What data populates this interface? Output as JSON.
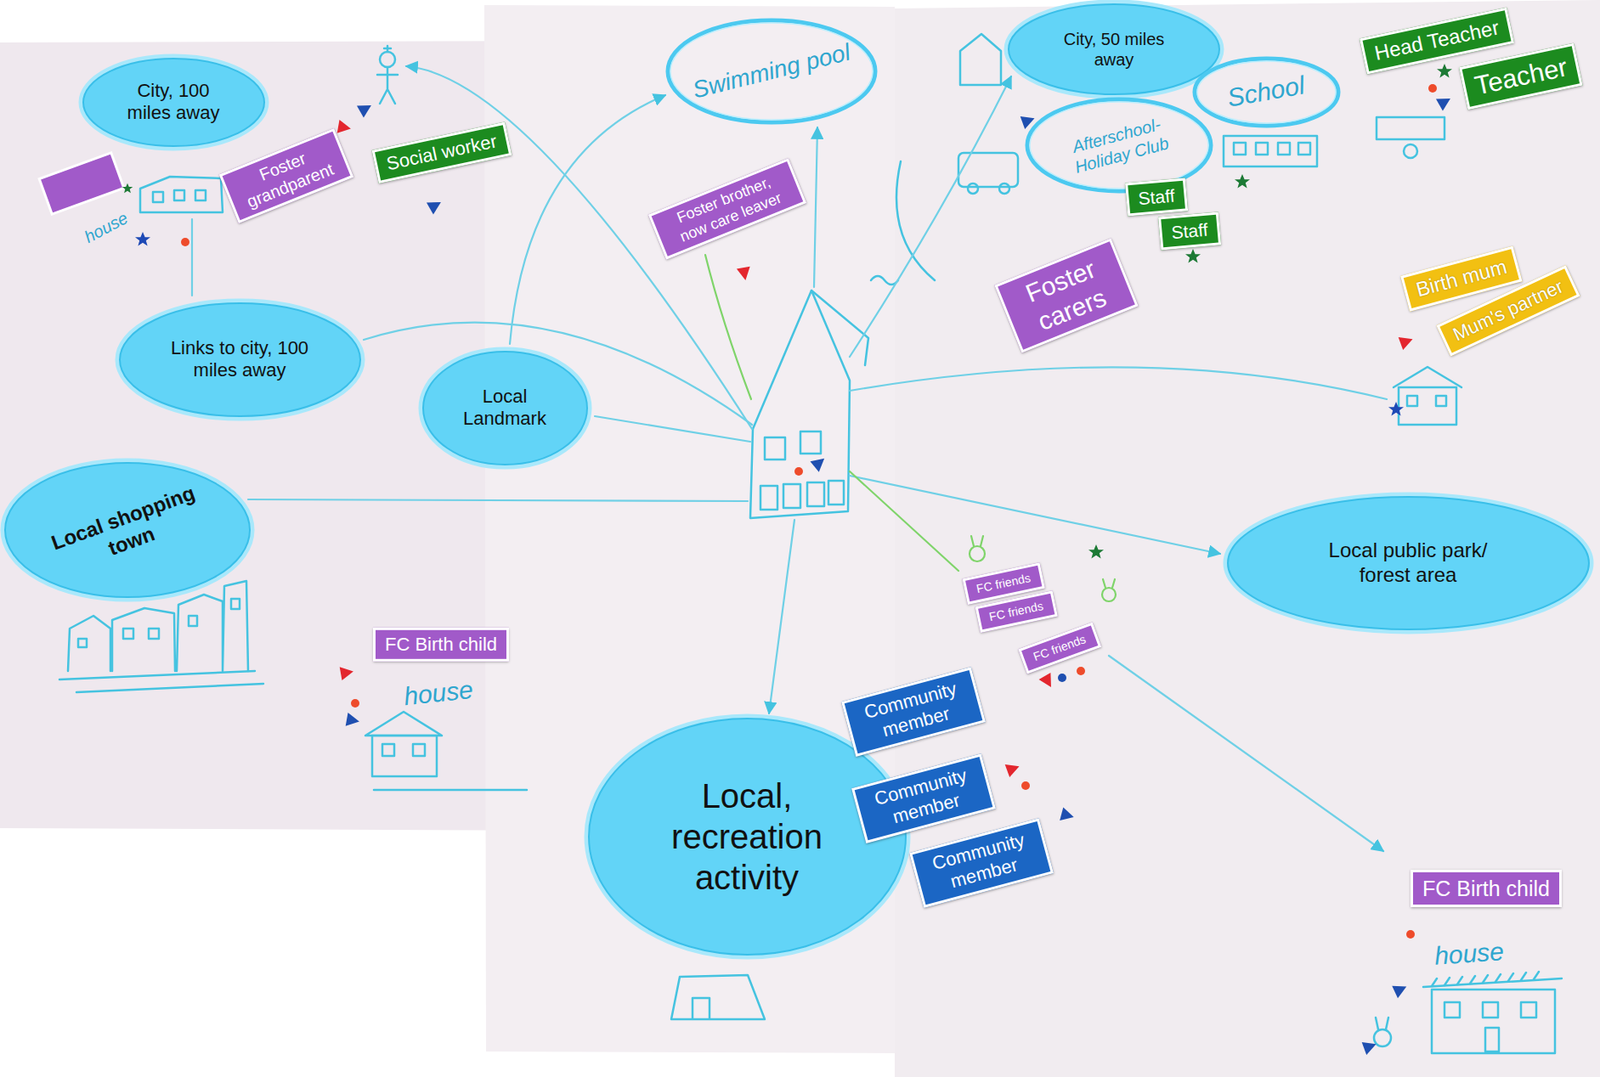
{
  "diagram": {
    "nodes": [
      {
        "text": [
          "City, 50 miles away"
        ]
      },
      {
        "text": [
          "Head Teacher"
        ]
      },
      {
        "text": [
          "Swimming pool"
        ]
      },
      {
        "text": [
          "Teacher"
        ]
      },
      {
        "text": [
          "City, 100 miles away"
        ]
      },
      {
        "text": [
          "School"
        ]
      },
      {
        "text": [
          "Foster grandparent"
        ]
      },
      {
        "text": [
          "Social worker"
        ]
      },
      {
        "text": [
          "Afterschool- Holiday Club"
        ]
      },
      {
        "text": [
          "Foster brother, now care leaver"
        ]
      },
      {
        "text": [
          "Staff"
        ]
      },
      {
        "text": [
          "Staff"
        ]
      },
      {
        "text": [
          "Foster carers"
        ]
      },
      {
        "text": [
          "Birth mum"
        ]
      },
      {
        "text": [
          "Mum's partner"
        ]
      },
      {
        "text": [
          "Links to city, 100 miles away"
        ]
      },
      {
        "text": [
          "Local Landmark"
        ]
      },
      {
        "text": [
          "Local shopping town"
        ]
      },
      {
        "text": [
          "Local public park/ forest area"
        ]
      },
      {
        "text": [
          "FC friends"
        ]
      },
      {
        "text": [
          "FC friends"
        ]
      },
      {
        "text": [
          "FC friends"
        ]
      },
      {
        "text": [
          "FC Birth child"
        ]
      },
      {
        "text": [
          "Community member"
        ]
      },
      {
        "text": [
          "Local, recreation activity"
        ]
      },
      {
        "text": [
          "Community member"
        ]
      },
      {
        "text": [
          "Community member"
        ]
      },
      {
        "text": [
          "FC Birth child"
        ]
      }
    ],
    "labels": [
      "house",
      "house",
      "house"
    ]
  }
}
